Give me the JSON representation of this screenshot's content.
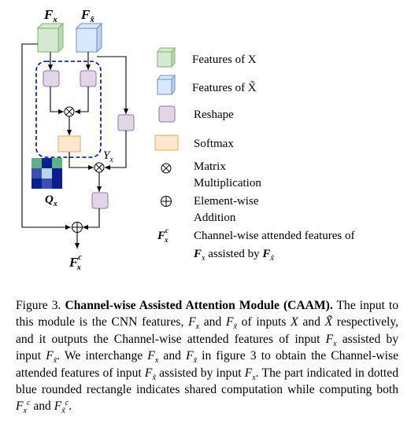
{
  "diagram": {
    "inputs": {
      "fx": "F",
      "fx_sub": "x",
      "fxt": "F",
      "fxt_sub": "x̃"
    },
    "labels": {
      "y": "Y",
      "y_sub": "x",
      "q": "Q",
      "q_sub": "x",
      "out": "F",
      "out_sub": "x",
      "out_sup": "c"
    },
    "legend": [
      {
        "key": "features-x",
        "text": "Features of X"
      },
      {
        "key": "features-xt",
        "text": "Features of X̃"
      },
      {
        "key": "reshape",
        "text": "Reshape"
      },
      {
        "key": "softmax",
        "text": "Softmax"
      },
      {
        "key": "matmul",
        "text": "Matrix Multiplication",
        "line1": "Matrix",
        "line2": "Multiplication"
      },
      {
        "key": "add",
        "text": "Element-wise Addition",
        "line1": "Element-wise",
        "line2": "Addition"
      },
      {
        "key": "attended",
        "text": "Channel-wise attended features of Fx assisted by Fx̃",
        "line1": "Channel-wise attended features of",
        "line2a": "F",
        "line2a_sub": "x",
        "line2b": " assisted by ",
        "line2c": "F",
        "line2c_sub": "x̃"
      }
    ],
    "colors": {
      "green_fill": "#d5e8d4",
      "green_stroke": "#82b366",
      "blue_fill": "#dae8fc",
      "blue_stroke": "#6c8ebf",
      "purple_fill": "#e1d5e7",
      "purple_stroke": "#9673a6",
      "yellow_fill": "#ffe6cc",
      "yellow_stroke": "#d6b656",
      "dash": "#0000cc"
    },
    "q_matrix": [
      [
        "#5fb08a",
        "#0a1f8f",
        "#5fb08a"
      ],
      [
        "#3a4fb0",
        "#b7d4e8",
        "#0a1f8f"
      ],
      [
        "#0a1f8f",
        "#3a4fb0",
        "#0a1f8f"
      ]
    ]
  },
  "caption": {
    "prefix": "Figure 3. ",
    "title": "Channel-wise Assisted Attention Module (CAAM).",
    "body": "The input to this module is the CNN features, Fx and Fx̃ of inputs X and X̃ respectively, and it outputs the Channel-wise attended features of input Fx assisted by input Fx̃. We interchange Fx and Fx̃ in figure 3 to obtain the Channel-wise attended features of input Fx̃ assisted by input Fx. The part indicated in dotted blue rounded rectangle indicates shared computation while computing both Fxc and Fx̃c.",
    "segments": [
      "The input to this module is the CNN features, ",
      "F",
      "x",
      " and ",
      "F",
      "x̃",
      " of inputs ",
      "X",
      " and ",
      "X̃",
      " respectively, and it outputs the Channel-wise attended features of input ",
      "F",
      "x",
      " assisted by input ",
      "F",
      "x̃",
      ". We interchange ",
      "F",
      "x",
      " and ",
      "F",
      "x̃",
      " in figure 3 to obtain the Channel-wise attended features of input ",
      "F",
      "x̃",
      " assisted by input ",
      "F",
      "x",
      ". The part indicated in dotted blue rounded rectangle indicates shared computation while computing both ",
      "F",
      "x",
      "c",
      " and ",
      "F",
      "x̃",
      "c",
      "."
    ]
  }
}
